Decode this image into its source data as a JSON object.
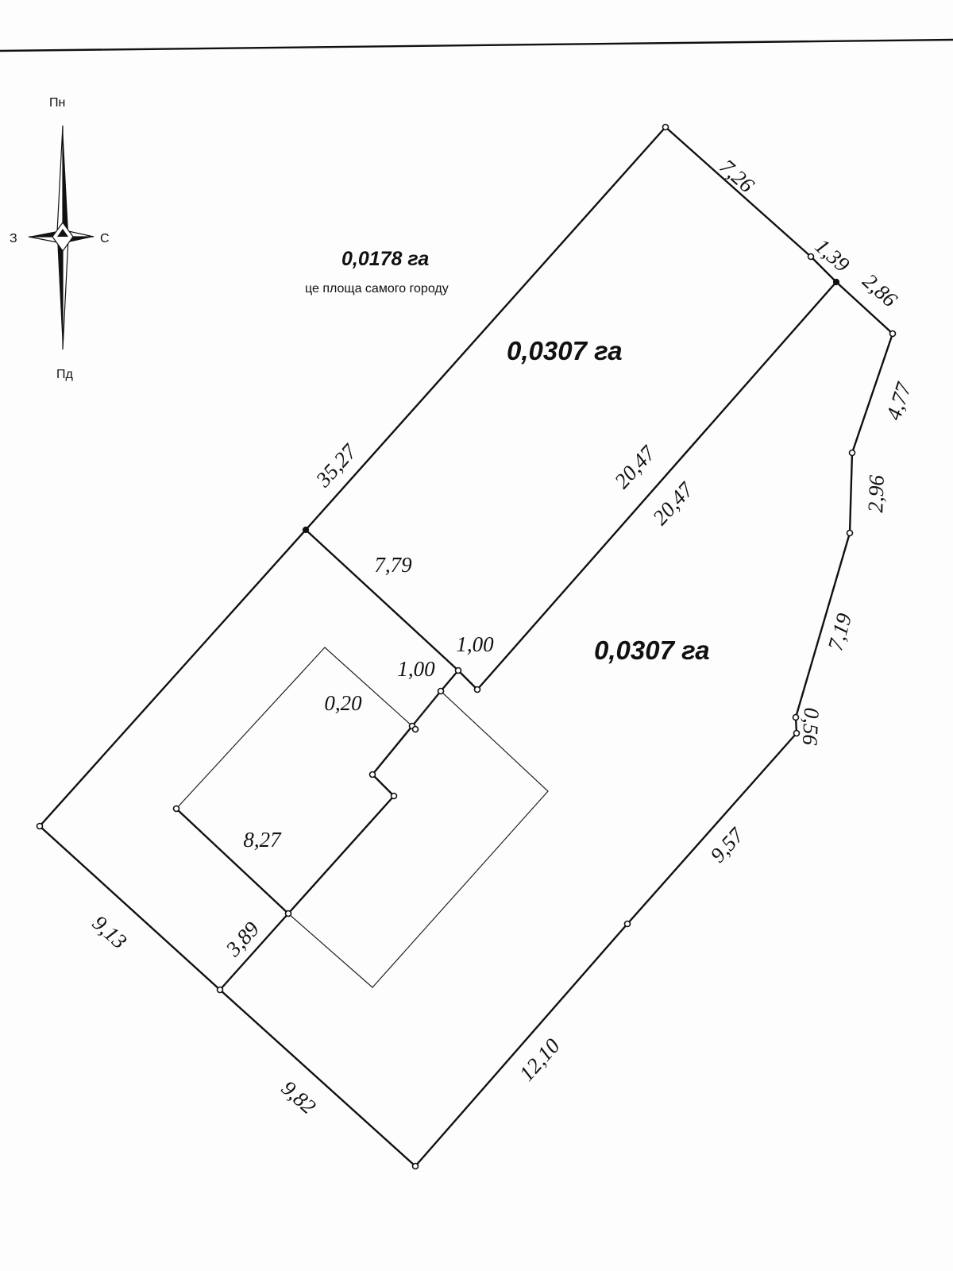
{
  "compass": {
    "north": "Пн",
    "south": "Пд",
    "west": "З",
    "east": "С"
  },
  "areas": {
    "garden_area": "0,0178 га",
    "garden_note": "це площа самого городу",
    "upper_area": "0,0307 га",
    "lower_area": "0,0307 га"
  },
  "dimensions": {
    "d_7_26": "7,26",
    "d_1_39": "1,39",
    "d_2_86": "2,86",
    "d_4_77": "4,77",
    "d_2_96": "2,96",
    "d_7_19": "7,19",
    "d_0_56": "0,56",
    "d_9_57": "9,57",
    "d_12_10": "12,10",
    "d_9_82": "9,82",
    "d_9_13": "9,13",
    "d_3_89": "3,89",
    "d_8_27": "8,27",
    "d_35_27": "35,27",
    "d_20_47_a": "20,47",
    "d_20_47_b": "20,47",
    "d_7_79": "7,79",
    "d_1_00_a": "1,00",
    "d_1_00_b": "1,00",
    "d_0_20": "0,20"
  },
  "colors": {
    "ink": "#111111",
    "paper": "#fdfdfd"
  }
}
